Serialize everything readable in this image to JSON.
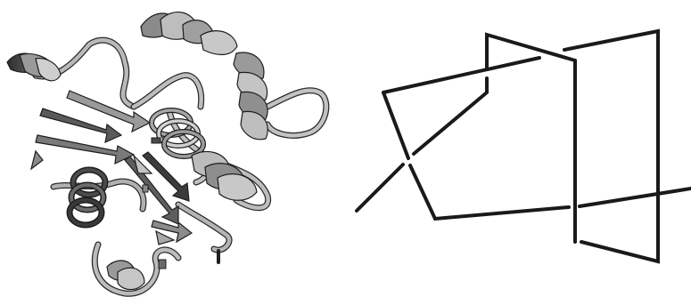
{
  "figure": {
    "panels": [
      {
        "id": "protein-ribbon",
        "kind": "ribbon-structure",
        "colors": {
          "ribbon_light": "#b5b5b5",
          "ribbon_mid": "#8c8c8c",
          "ribbon_dark": "#3f3f3f",
          "outline": "#1e1e1e"
        }
      },
      {
        "id": "knot-diagram",
        "kind": "polygonal-knot",
        "colors": {
          "stroke": "#1a1a1a"
        }
      }
    ]
  }
}
